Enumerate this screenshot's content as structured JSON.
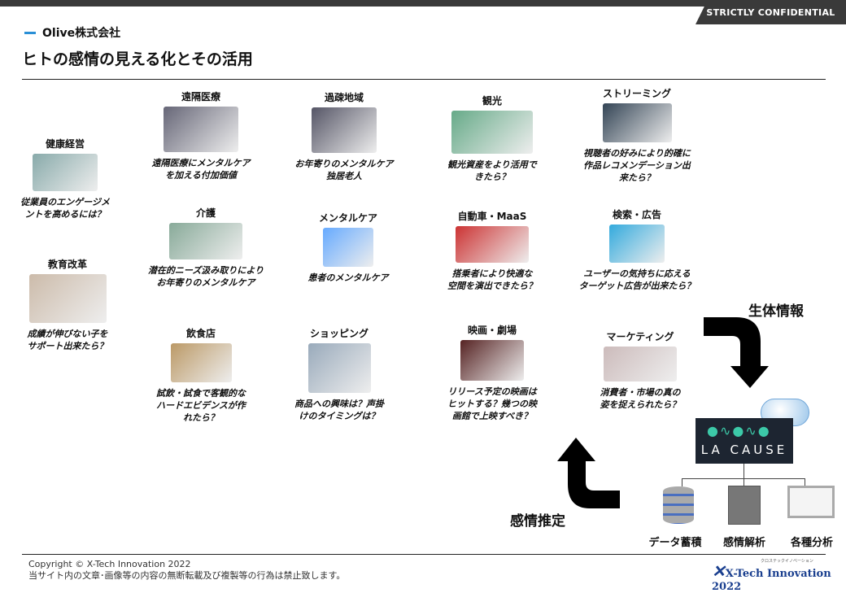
{
  "header": {
    "confidential": "STRICTLY CONFIDENTIAL",
    "company": "Olive株式会社",
    "title": "ヒトの感情の見える化とその活用"
  },
  "items": [
    {
      "title": "健康経営",
      "caption": "従業員のエンゲージメ\nントを高めるには？"
    },
    {
      "title": "教育改革",
      "caption": "成績が伸びない子を\nサポート出来たら？"
    },
    {
      "title": "遠隔医療",
      "caption": "遠隔医療にメンタルケア\nを加える付加価値"
    },
    {
      "title": "介護",
      "caption": "潜在的ニーズ汲み取りにより\nお年寄りのメンタルケア"
    },
    {
      "title": "飲食店",
      "caption": "試飲・試食で客観的な\nハードエビデンスが作\nれたら？"
    },
    {
      "title": "過疎地域",
      "caption": "お年寄りのメンタルケア\n独居老人"
    },
    {
      "title": "メンタルケア",
      "caption": "患者のメンタルケア"
    },
    {
      "title": "ショッピング",
      "caption": "商品への興味は？声掛\nけのタイミングは？"
    },
    {
      "title": "観光",
      "caption": "観光資産をより活用で\nきたら？"
    },
    {
      "title": "自動車・MaaS",
      "caption": "搭乗者により快適な\n空間を演出できたら？"
    },
    {
      "title": "映画・劇場",
      "caption": "リリース予定の映画は\nヒットする？幾つの映\n画館で上映すべき？"
    },
    {
      "title": "ストリーミング",
      "caption": "視聴者の好みにより的確に\n作品レコメンデーション出\n来たら？"
    },
    {
      "title": "検索・広告",
      "caption": "ユーザーの気持ちに応える\nターゲット広告が出来たら？"
    },
    {
      "title": "マーケティング",
      "caption": "消費者・市場の真の\n姿を捉えられたら？"
    }
  ],
  "flow": {
    "biometric": "生体情報",
    "emotion_estimation": "感情推定",
    "brand": "LA CAUSE",
    "outputs": [
      "データ蓄積",
      "感情解析",
      "各種分析"
    ]
  },
  "footer": {
    "copyright": "Copyright ©  X-Tech Innovation 2022",
    "notice": "当サイト内の文章･画像等の内容の無断転載及び複製等の行為は禁止致します。",
    "logo": "X-Tech Innovation 2022",
    "logo_kana": "クロステックイノベーション"
  }
}
